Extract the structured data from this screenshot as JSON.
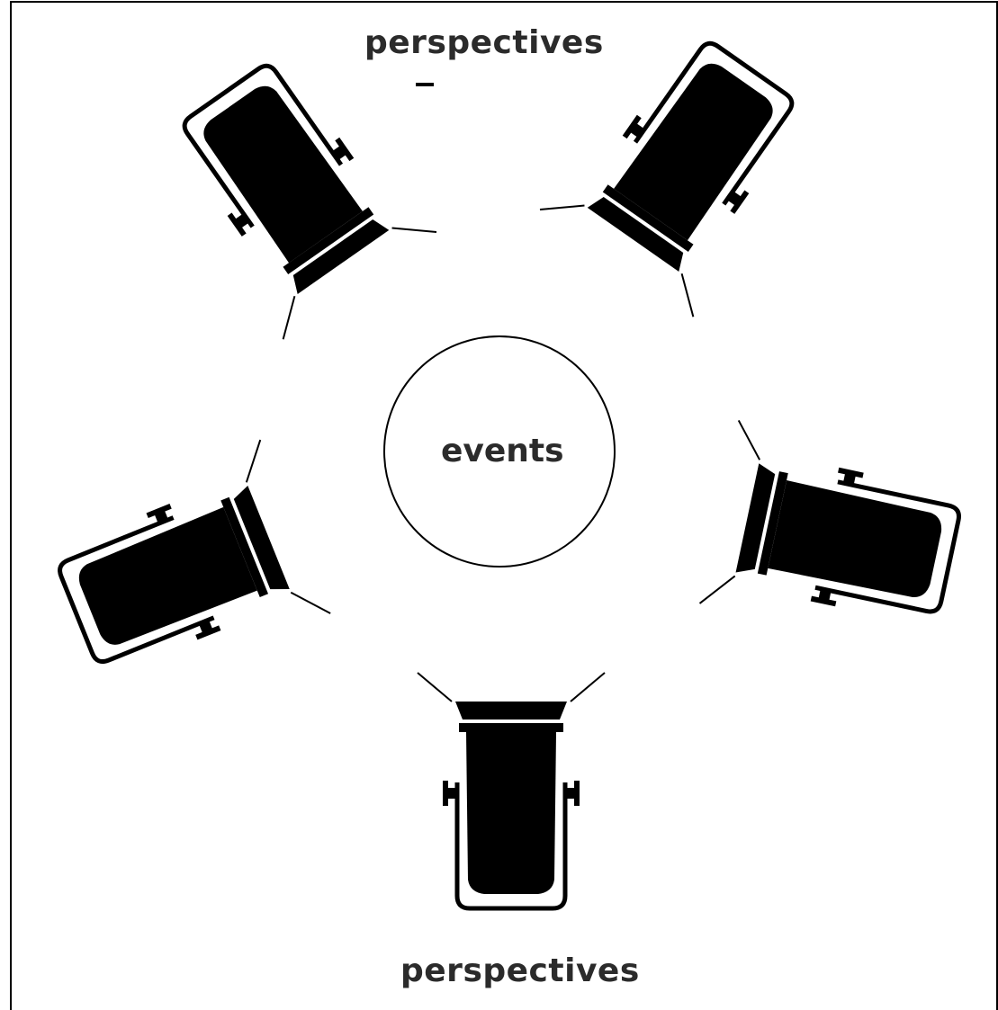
{
  "diagram": {
    "title_top": "perspectives",
    "title_bottom": "perspectives",
    "center_label": "events",
    "spotlights": [
      {
        "name": "spotlight-top-left",
        "icon": "spotlight-icon"
      },
      {
        "name": "spotlight-top-right",
        "icon": "spotlight-icon"
      },
      {
        "name": "spotlight-right",
        "icon": "spotlight-icon"
      },
      {
        "name": "spotlight-bottom",
        "icon": "spotlight-icon"
      },
      {
        "name": "spotlight-left",
        "icon": "spotlight-icon"
      }
    ],
    "colors": {
      "ink": "#000000",
      "text": "#2b2b2b",
      "background": "#ffffff"
    }
  }
}
